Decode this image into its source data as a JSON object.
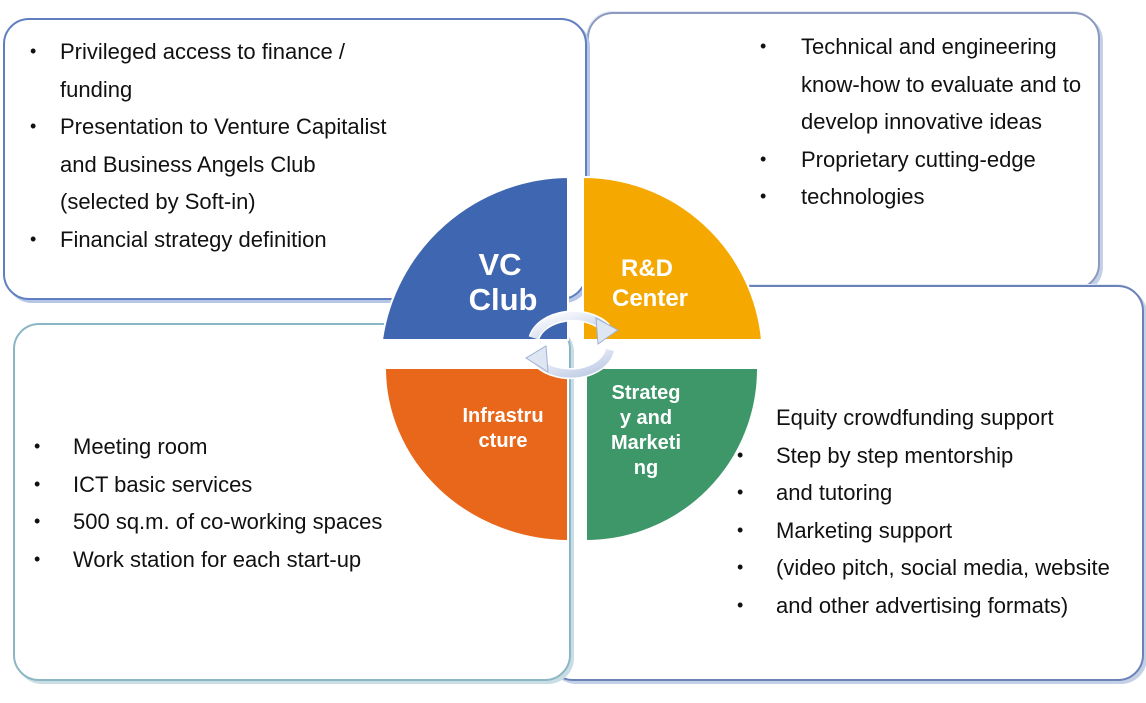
{
  "vc_club": {
    "title_line1": "VC",
    "title_line2": "Club",
    "color": "#3f66b0",
    "items": [
      "Privileged access to finance / funding",
      "Presentation to Venture Capitalist and Business Angels Club (selected by Soft-in)",
      "Financial strategy definition"
    ]
  },
  "rd_center": {
    "title_line1": "R&D",
    "title_line2": "Center",
    "color": "#f5a800",
    "items": [
      "Technical and engineering know-how to evaluate and to develop innovative ideas",
      "Proprietary cutting-edge",
      "technologies"
    ]
  },
  "infrastructure": {
    "title_line1": "Infrastru",
    "title_line2": "cture",
    "color": "#e8671b",
    "items": [
      "Meeting room",
      "ICT basic services",
      "500 sq.m. of co-working spaces",
      "Work station for each start-up"
    ]
  },
  "strategy_marketing": {
    "title_line1": "Strateg",
    "title_line2": "y and",
    "title_line3": "Marketi",
    "title_line4": "ng",
    "color": "#3e9768",
    "heading": "Equity crowdfunding support",
    "items": [
      "Step by step mentorship",
      "and tutoring",
      "Marketing support",
      "(video pitch, social media, website",
      "and other advertising formats)"
    ]
  },
  "bullet": "•"
}
